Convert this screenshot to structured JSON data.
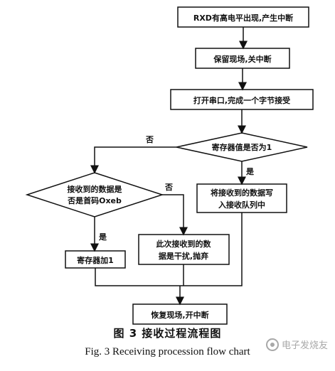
{
  "nodes": {
    "n1": "RXD有高电平出现,产生中断",
    "n2": "保留现场,关中断",
    "n3": "打开串口,完成一个字节接受",
    "d1": "寄存器值是否为1",
    "d2_line1": "接收到的数据是",
    "d2_line2": "否是首码Oxeb",
    "n4_line1": "将接收到的数据写",
    "n4_line2": "入接收队列中",
    "n5_line1": "此次接收到的数",
    "n5_line2": "据是干扰,抛弃",
    "n6": "寄存器加1",
    "n7": "恢复现场,开中断"
  },
  "edge_labels": {
    "d1_no": "否",
    "d1_yes": "是",
    "d2_no": "否",
    "d2_yes": "是"
  },
  "caption": {
    "cn": "图 3   接收过程流程图",
    "en": "Fig. 3    Receiving procession flow chart"
  },
  "watermark": {
    "text": "电子发烧友"
  }
}
